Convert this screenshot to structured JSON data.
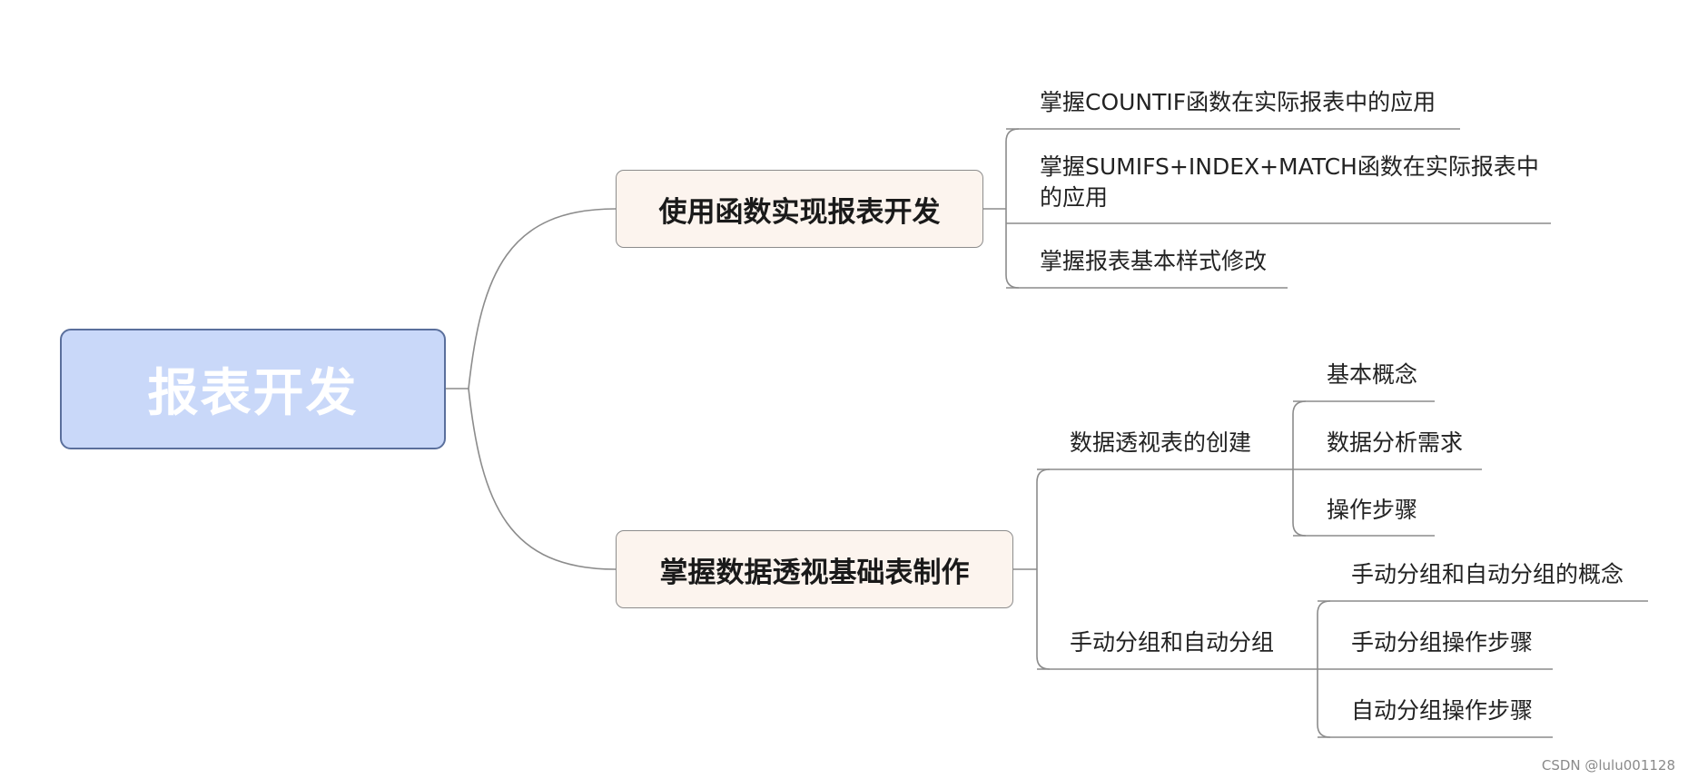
{
  "root": {
    "label": "报表开发"
  },
  "branches": [
    {
      "label": "使用函数实现报表开发",
      "children": [
        {
          "label": "掌握COUNTIF函数在实际报表中的应用"
        },
        {
          "label": "掌握SUMIFS+INDEX+MATCH函数在实际报表中的应用"
        },
        {
          "label": "掌握报表基本样式修改"
        }
      ]
    },
    {
      "label": "掌握数据透视基础表制作",
      "children": [
        {
          "label": "数据透视表的创建",
          "children": [
            {
              "label": "基本概念"
            },
            {
              "label": "数据分析需求"
            },
            {
              "label": "操作步骤"
            }
          ]
        },
        {
          "label": "手动分组和自动分组",
          "children": [
            {
              "label": "手动分组和自动分组的概念"
            },
            {
              "label": "手动分组操作步骤"
            },
            {
              "label": "自动分组操作步骤"
            }
          ]
        }
      ]
    }
  ],
  "watermark": "CSDN @lulu001128",
  "colors": {
    "root_fill": "#c9d8f9",
    "root_border": "#5a6f9c",
    "branch_fill": "#fcf4ee",
    "connector": "#8c8c8c"
  }
}
